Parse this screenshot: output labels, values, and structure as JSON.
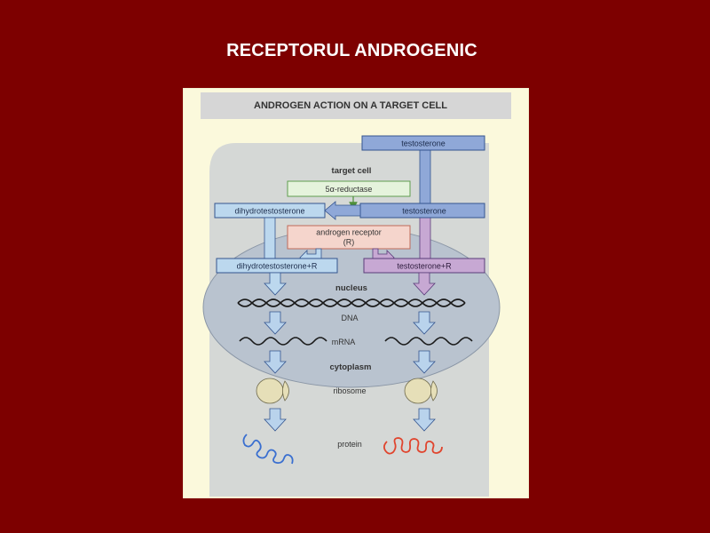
{
  "slide": {
    "title": "RECEPTORUL ANDROGENIC"
  },
  "figure": {
    "title": "ANDROGEN ACTION ON A TARGET CELL",
    "labels": {
      "testosterone_outside": "testosterone",
      "target_cell": "target cell",
      "reductase": "5α-reductase",
      "dihydrotestosterone": "dihydrotestosterone",
      "testosterone_inside": "testosterone",
      "receptor_line1": "androgen receptor",
      "receptor_line2": "(R)",
      "dht_r": "dihydrotestosterone+R",
      "t_r": "testosterone+R",
      "nucleus": "nucleus",
      "dna": "DNA",
      "mrna": "mRNA",
      "cytoplasm": "cytoplasm",
      "ribosome": "ribosome",
      "protein": "protein"
    },
    "colors": {
      "slide_background": "#7d0000",
      "figure_paper": "#fbf9dc",
      "title_band": "#d6d6d6",
      "cell": "#d5d8d6",
      "nucleus": "#b9c3cf",
      "blue_box": "#8fa8d8",
      "light_blue_box": "#bcd8ee",
      "reductase_box": "#e5f3dc",
      "receptor_box": "#f5d5cc",
      "purple_box": "#c7a8d3",
      "arrow_fill": "#b9d3ec",
      "protein_blue": "#3a6fd0",
      "protein_red": "#e0452e",
      "ribosome": "#e6dfb8"
    }
  }
}
